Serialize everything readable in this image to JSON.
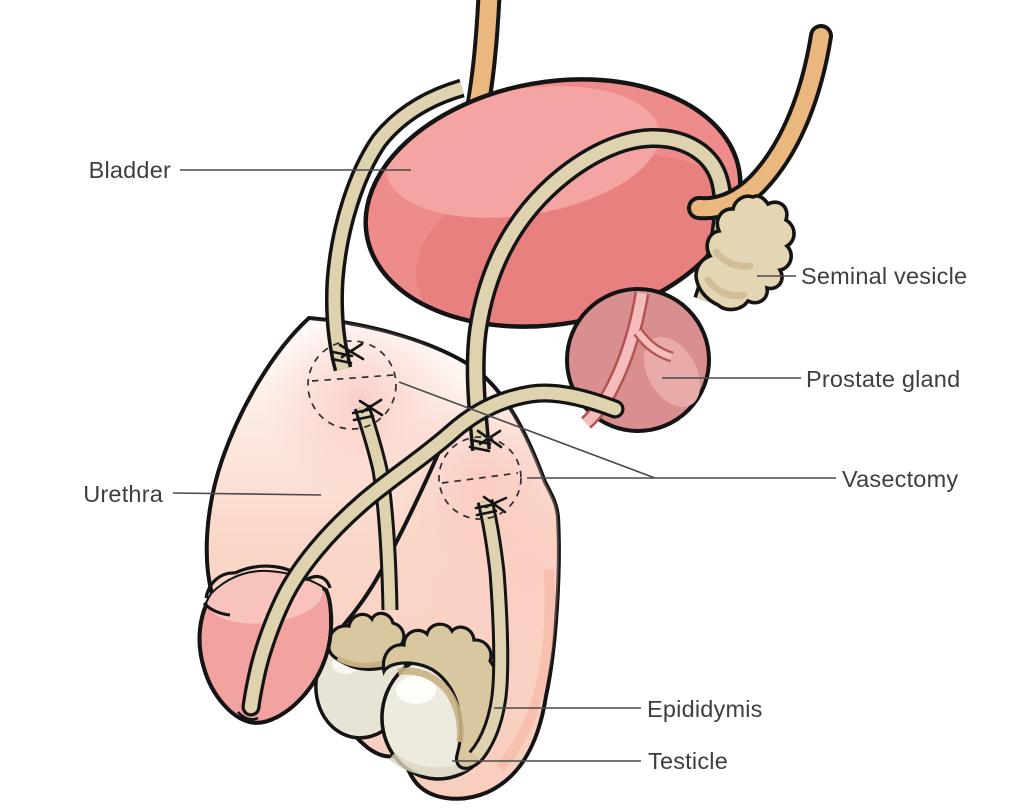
{
  "figure": {
    "kind": "medical diagram",
    "subject": "Vasectomy — sectional diagram of the male reproductive system",
    "background": "#ffffff",
    "vasectomy_sites": 2
  },
  "labels": {
    "bladder": {
      "text": "Bladder"
    },
    "seminal_vesicle": {
      "text": "Seminal vesicle"
    },
    "prostate_gland": {
      "text": "Prostate gland"
    },
    "vasectomy": {
      "text": "Vasectomy"
    },
    "urethra": {
      "text": "Urethra"
    },
    "epididymis": {
      "text": "Epididymis"
    },
    "testicle": {
      "text": "Testicle"
    }
  },
  "colors": {
    "outline": "#141414",
    "label_text": "#3e3e3e",
    "leader_line": "#4a4a4a",
    "dashed": "#2e2e2e",
    "bladder": "#ee8b8b",
    "bladder_hl": "#f4a5a3",
    "bladder_sh": "#e88080",
    "ureter": "#eab87e",
    "tube": "#ded3ae",
    "vesicle": "#e4d6b2",
    "vesicle_sh": "#d2bf97",
    "prostate": "#d98f8f",
    "duct": "#f4bcba",
    "duct_edge": "#b25454",
    "glans": "#f2a3a0",
    "glans_hl": "#f7c3bc",
    "epi": "#d9c7a0",
    "epi_sh": "#c9b185",
    "testicle_r": "#edeade",
    "testicle_l": "#e7e4d6",
    "skin_light": "#fdeee7",
    "skin": "#f8cdbd",
    "glow": "#f9c4bc"
  }
}
